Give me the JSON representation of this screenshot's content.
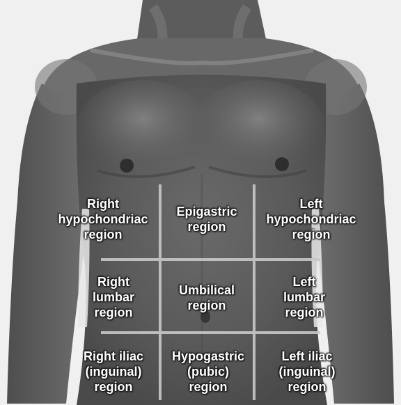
{
  "regions": [
    {
      "label": "Right\nhypochondriac\nregion"
    },
    {
      "label": "Epigastric\nregion"
    },
    {
      "label": "Left\nhypochondriac\nregion"
    },
    {
      "label": "Right\nlumbar\nregion"
    },
    {
      "label": "Umbilical\nregion"
    },
    {
      "label": "Left\nlumbar\nregion"
    },
    {
      "label": "Right iliac\n(inguinal)\nregion"
    },
    {
      "label": "Hypogastric\n(pubic)\nregion"
    },
    {
      "label": "Left iliac\n(inguinal)\nregion"
    }
  ]
}
